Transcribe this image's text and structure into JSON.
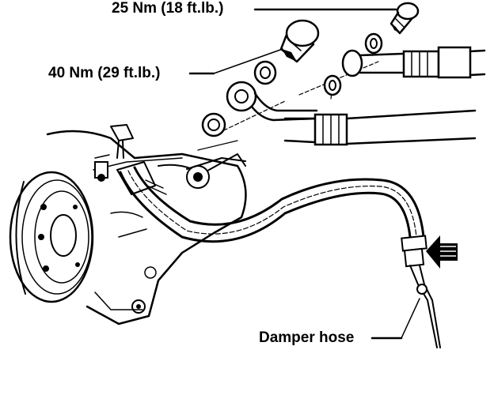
{
  "callouts": {
    "upper_torque": "25 Nm (18 ft.lb.)",
    "lower_torque": "40 Nm (29 ft.lb.)",
    "damper_hose": "Damper hose"
  },
  "colors": {
    "ink": "#000000",
    "paper": "#ffffff"
  },
  "icons": {
    "flow_arrow": "arrow-left-icon"
  }
}
